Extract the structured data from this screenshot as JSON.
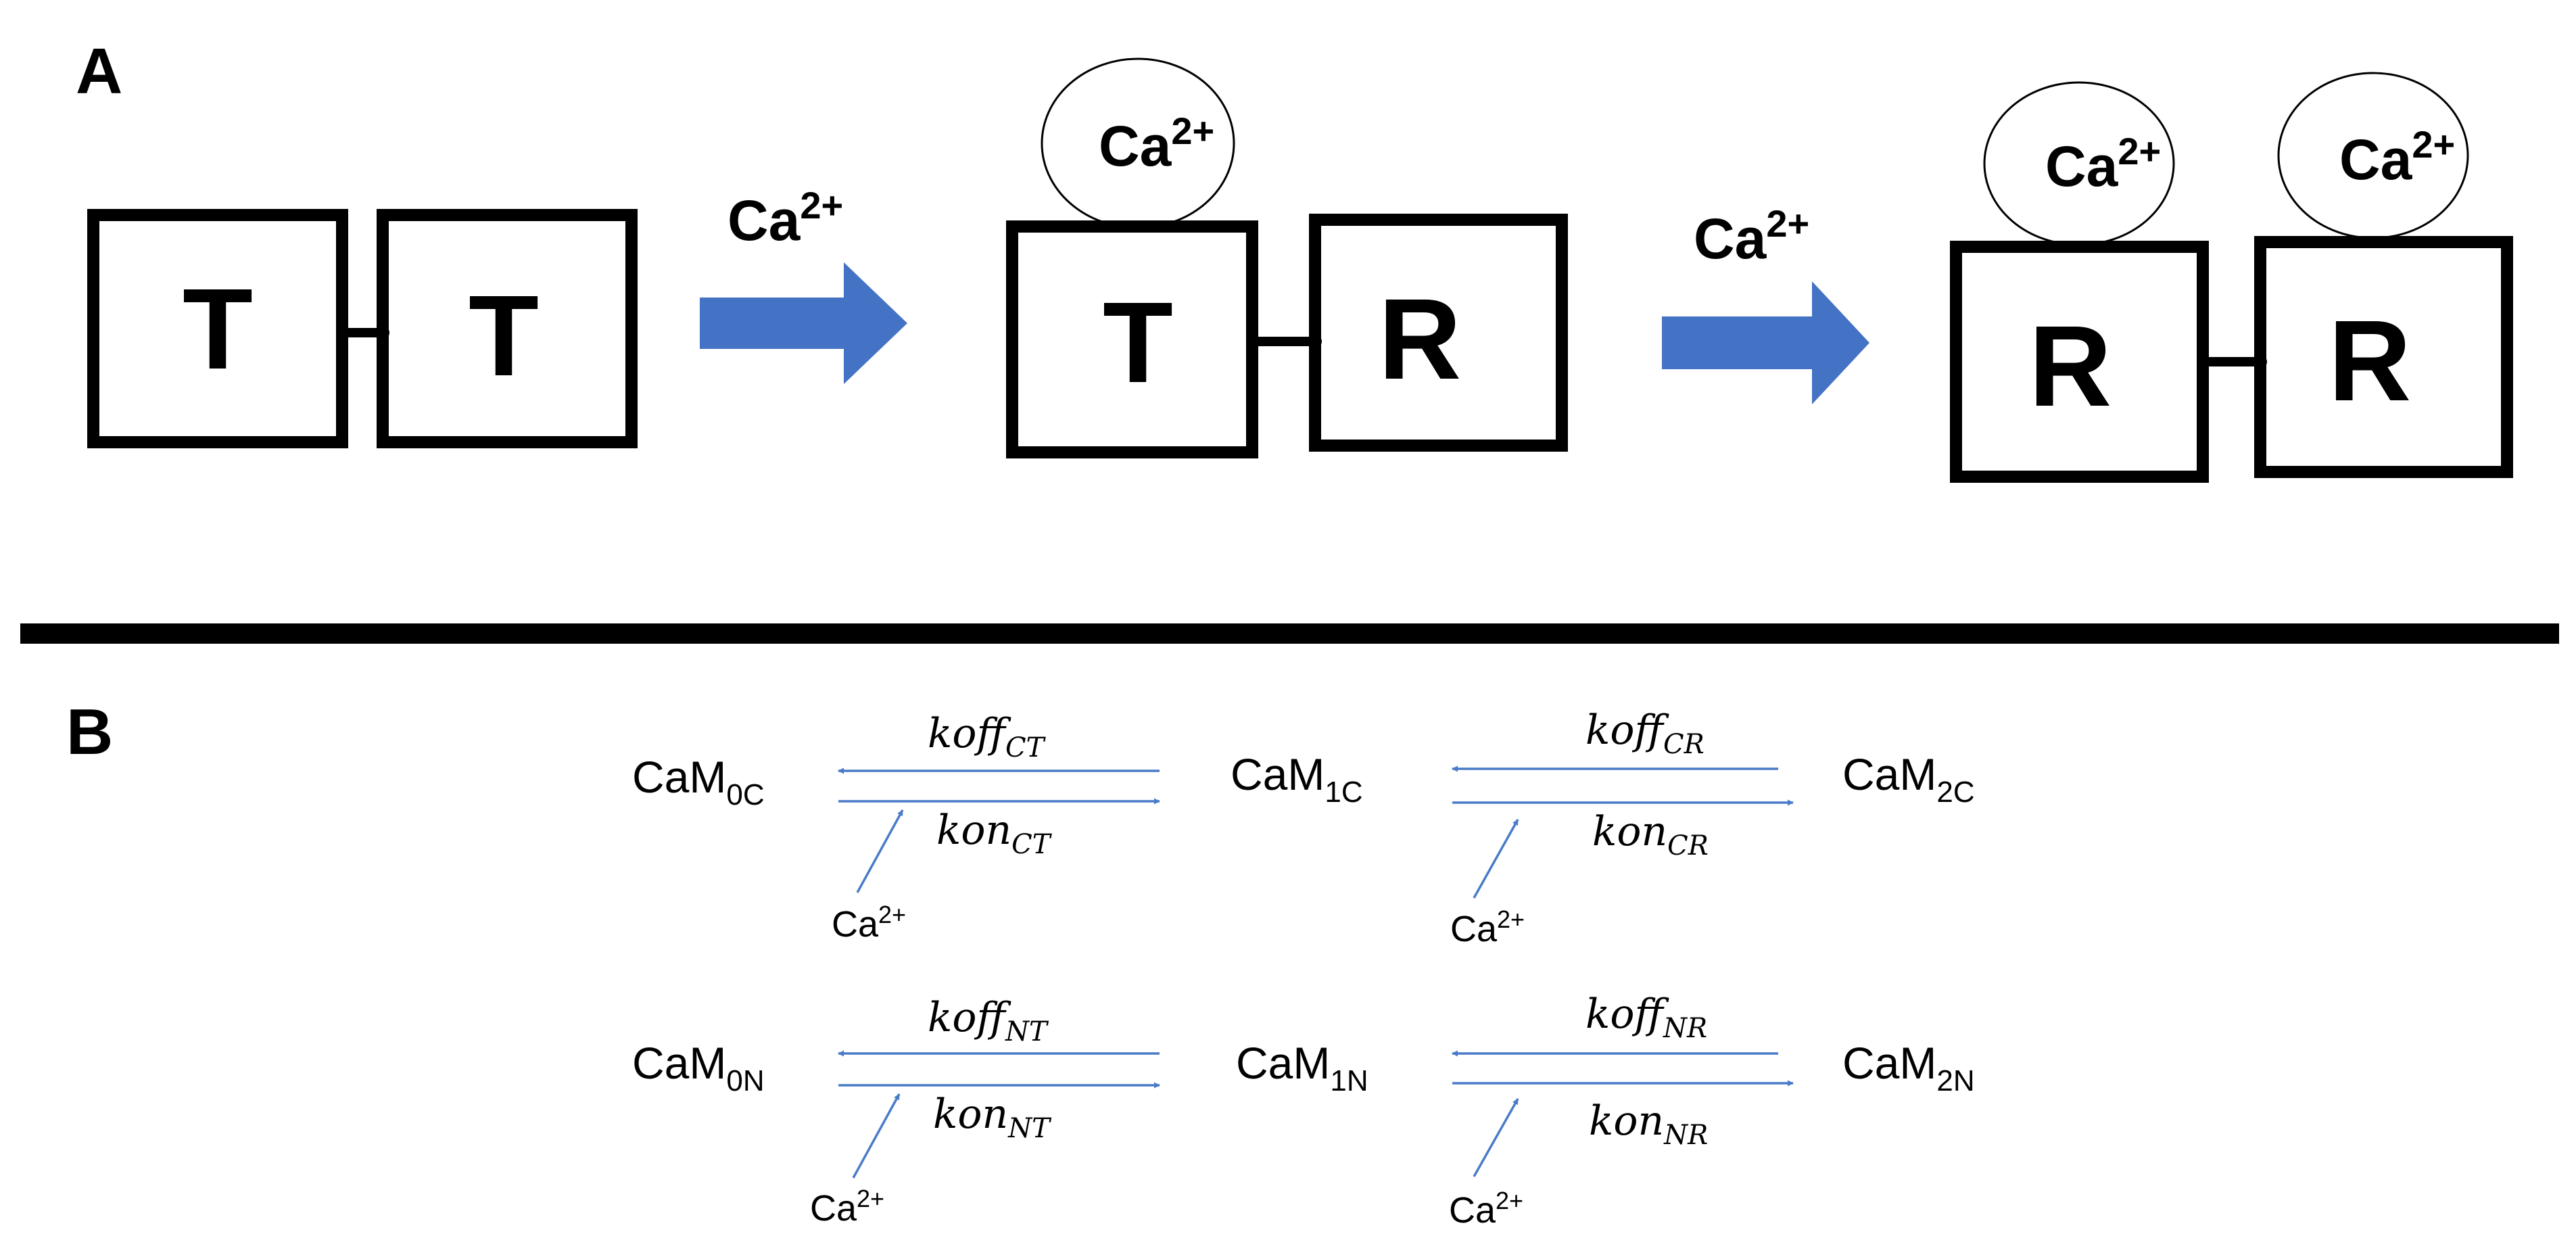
{
  "panels": {
    "a": {
      "label": "A",
      "box_letters": [
        "T",
        "T",
        "T",
        "R",
        "R",
        "R"
      ],
      "bound_ion": {
        "base": "Ca",
        "sup": "2+"
      },
      "arrow_ion": {
        "base": "Ca",
        "sup": "2+"
      }
    },
    "b": {
      "label": "B",
      "species": [
        {
          "base": "CaM",
          "sub": "0C"
        },
        {
          "base": "CaM",
          "sub": "1C"
        },
        {
          "base": "CaM",
          "sub": "2C"
        },
        {
          "base": "CaM",
          "sub": "0N"
        },
        {
          "base": "CaM",
          "sub": "1N"
        },
        {
          "base": "CaM",
          "sub": "2N"
        }
      ],
      "rates": [
        {
          "base": "koff",
          "sub": "CT"
        },
        {
          "base": "kon",
          "sub": "CT"
        },
        {
          "base": "koff",
          "sub": "CR"
        },
        {
          "base": "kon",
          "sub": "CR"
        },
        {
          "base": "koff",
          "sub": "NT"
        },
        {
          "base": "kon",
          "sub": "NT"
        },
        {
          "base": "koff",
          "sub": "NR"
        },
        {
          "base": "kon",
          "sub": "NR"
        }
      ],
      "ion": {
        "base": "Ca",
        "sup": "2+"
      }
    }
  },
  "colors": {
    "ink": "#000000",
    "block_arrow": "#4472c4",
    "thin_arrow": "#4a7bc8"
  }
}
